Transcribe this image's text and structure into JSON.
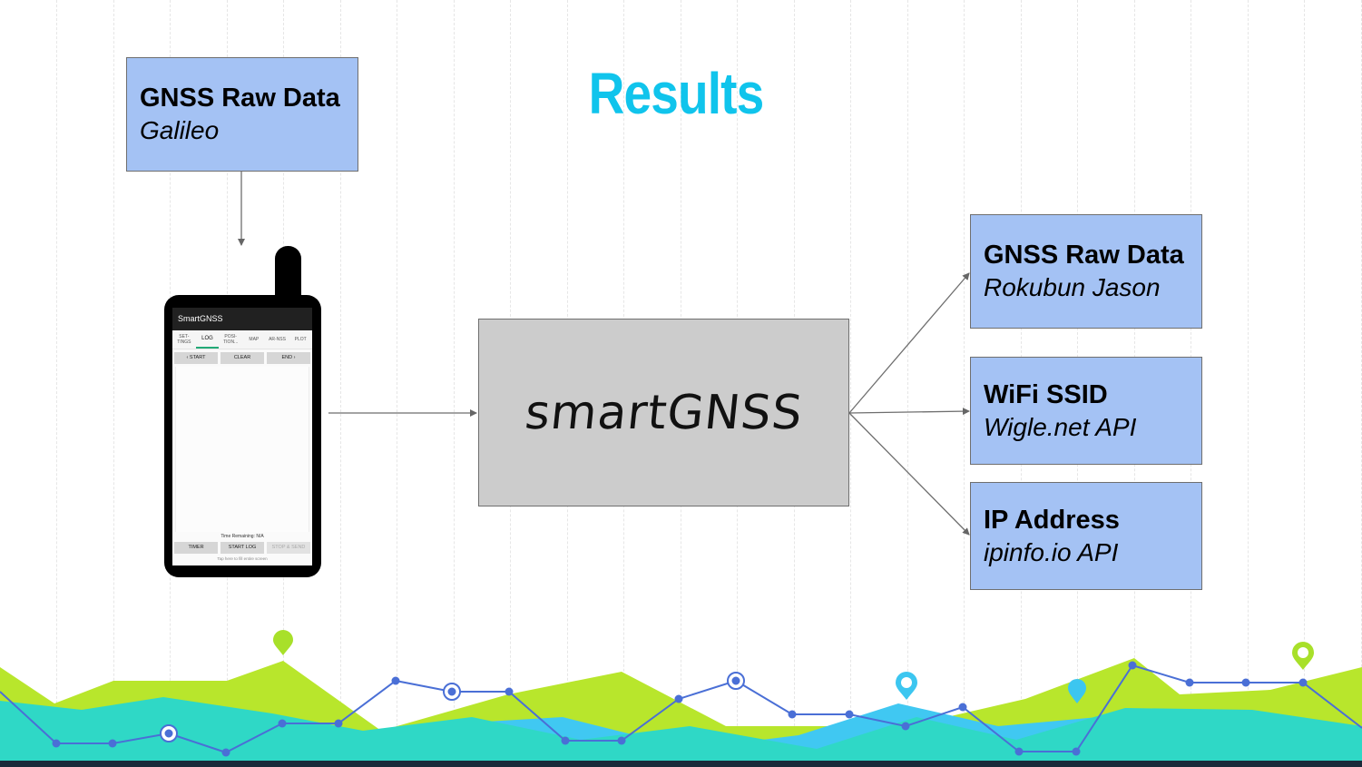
{
  "title": "Results",
  "input_box": {
    "heading": "GNSS Raw Data",
    "subheading": "Galileo"
  },
  "processor": {
    "label": "smartGNSS"
  },
  "phone": {
    "app_title": "SmartGNSS",
    "tabs": [
      "SET-TINGS",
      "LOG",
      "POSI-TION...",
      "MAP",
      "AR-NSS",
      "PLOT"
    ],
    "active_tab": "LOG",
    "top_buttons": [
      "‹ START",
      "CLEAR",
      "END ›"
    ],
    "time_remaining": "Time Remaining: N/A",
    "bottom_buttons": [
      "TIMER",
      "START LOG",
      "STOP & SEND"
    ],
    "hint": "Tap here to fill entire screen"
  },
  "outputs": [
    {
      "heading": "GNSS Raw Data",
      "subheading": "Rokubun Jason"
    },
    {
      "heading": "WiFi SSID",
      "subheading": "Wigle.net API"
    },
    {
      "heading": "IP Address",
      "subheading": "ipinfo.io API"
    }
  ],
  "colors": {
    "title": "#10c4ec",
    "box_fill": "#a4c2f4",
    "central_fill": "#cccccc",
    "lime": "#b6e62e",
    "teal": "#2ed6c4",
    "sky": "#3fc6f0",
    "line": "#4a6fd6"
  },
  "icons": [
    "map-pin-icon"
  ]
}
